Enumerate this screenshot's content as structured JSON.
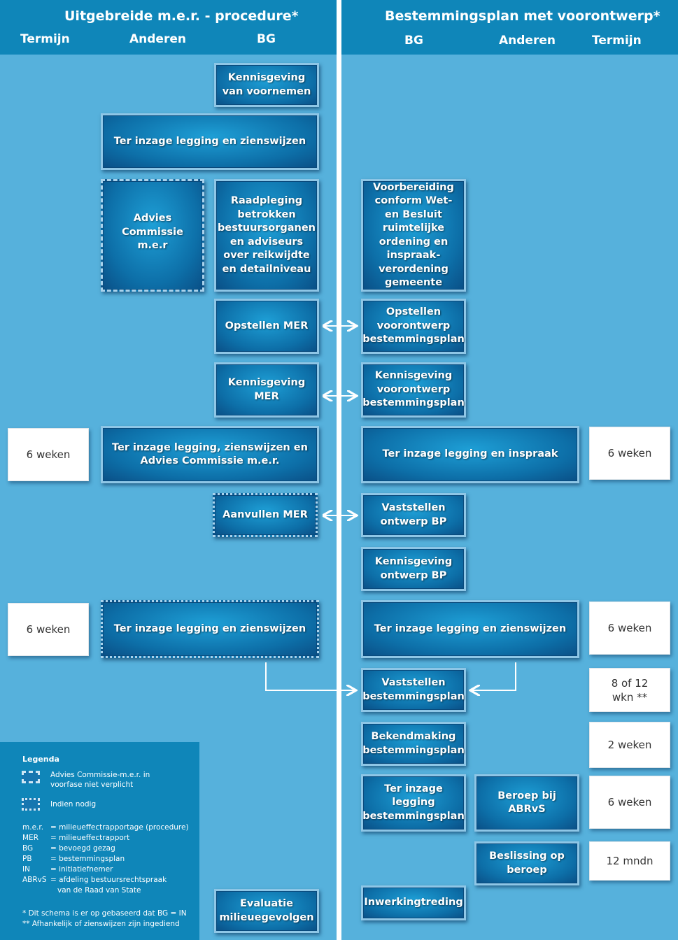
{
  "header": {
    "left_title": "Uitgebreide  m.e.r. - procedure*",
    "right_title": "Bestemmingsplan met voorontwerp*",
    "left_cols": [
      "Termijn",
      "Anderen",
      "BG"
    ],
    "right_cols": [
      "BG",
      "Anderen",
      "Termijn"
    ]
  },
  "left": {
    "kennisgeving_voornemen": "Kennisgeving van voornemen",
    "ter_inzage_1": "Ter inzage legging en zienswijzen",
    "advies_commissie": "Advies Commissie m.e.r",
    "raadpleging": "Raadpleging betrokken bestuursorganen en adviseurs over reikwijdte en detailniveau",
    "opstellen_mer": "Opstellen MER",
    "kennisgeving_mer": "Kennisgeving MER",
    "ter_inzage_2": "Ter inzage legging, zienswijzen en Advies Commissie m.e.r.",
    "aanvullen_mer": "Aanvullen MER",
    "ter_inzage_3": "Ter inzage legging en zienswijzen",
    "evaluatie": "Evaluatie milieuegevolgen",
    "termijn_1": "6 weken",
    "termijn_2": "6 weken"
  },
  "right": {
    "voorbereiding": "Voorbereiding conform Wet- en Besluit ruimtelijke ordening en inspraak-verordening gemeente",
    "opstellen_voorontwerp": "Opstellen voorontwerp bestemmingsplan",
    "kennisgeving_voorontwerp": "Kennisgeving voorontwerp bestemmingsplan",
    "ter_inzage_inspraak": "Ter inzage legging en inspraak",
    "vaststellen_ontwerp": "Vaststellen ontwerp BP",
    "kennisgeving_ontwerp": "Kennisgeving ontwerp BP",
    "ter_inzage_zienswijzen": "Ter inzage legging en zienswijzen",
    "vaststellen_bp": "Vaststellen bestemmingsplan",
    "bekendmaking": "Bekendmaking bestemmingsplan",
    "ter_inzage_legging": "Ter inzage legging bestemmingsplan",
    "beroep": "Beroep bij ABRvS",
    "beslissing": "Beslissing op beroep",
    "inwerkingtreding": "Inwerkingtreding",
    "termijn_1": "6 weken",
    "termijn_2": "6 weken",
    "termijn_3": "8 of 12 wkn **",
    "termijn_4": "2 weken",
    "termijn_5": "6 weken",
    "termijn_6": "12 mndn"
  },
  "legend": {
    "title": "Legenda",
    "dashed_label": "Advies Commissie-m.e.r. in voorfase niet verplicht",
    "dotted_label": "Indien nodig",
    "abbreviations": [
      {
        "key": "m.e.r.",
        "value": "= milieueffectrapportage (procedure)"
      },
      {
        "key": "MER",
        "value": "= milieueffectrapport"
      },
      {
        "key": "BG",
        "value": "= bevoegd gezag"
      },
      {
        "key": "PB",
        "value": "= bestemmingsplan"
      },
      {
        "key": "IN",
        "value": "= initiatiefnemer"
      },
      {
        "key": "ABRvS",
        "value": "= afdeling bestuursrechtspraak"
      },
      {
        "key": "",
        "value": "van de Raad van State"
      }
    ],
    "note_1": "*   Dit schema is er op gebaseerd dat BG = IN",
    "note_2": "** Afhankelijk of zienswijzen zijn ingediend"
  }
}
